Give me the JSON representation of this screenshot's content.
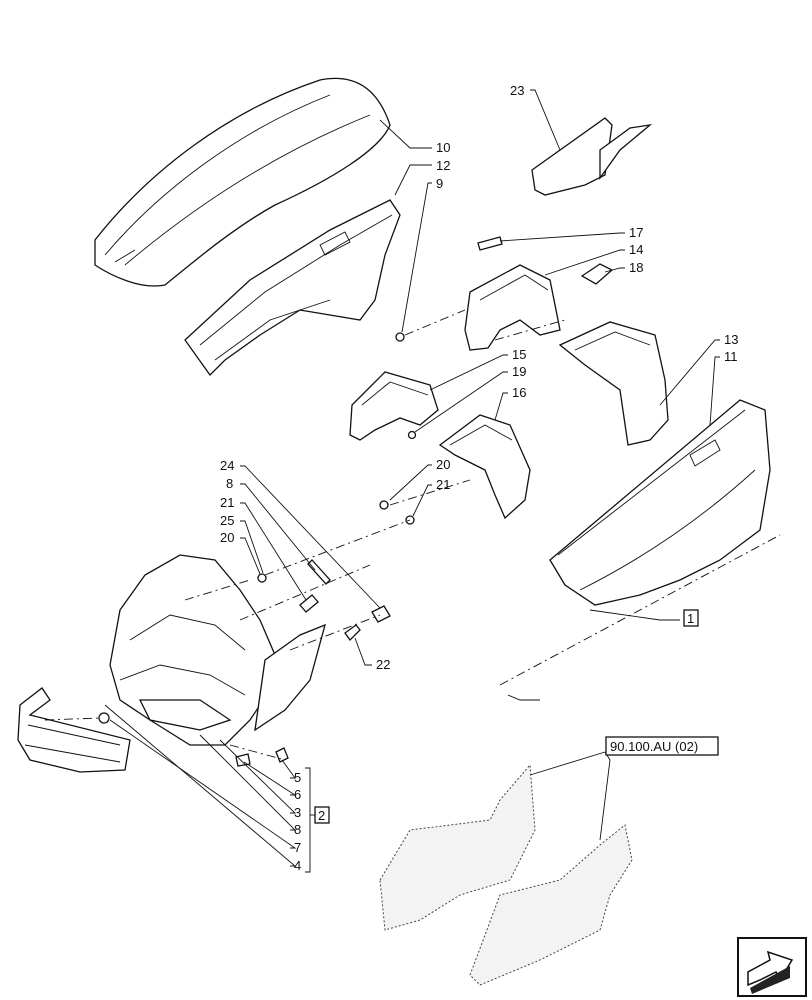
{
  "callouts": [
    "23",
    "10",
    "12",
    "9",
    "17",
    "14",
    "18",
    "13",
    "11",
    "15",
    "19",
    "16",
    "20",
    "21",
    "24",
    "8",
    "21",
    "25",
    "20",
    "22",
    "1",
    "90.100.AU (02)",
    "5",
    "6",
    "3",
    "8",
    "7",
    "4",
    "2"
  ],
  "nav_icon": "next-page-arrow-icon"
}
